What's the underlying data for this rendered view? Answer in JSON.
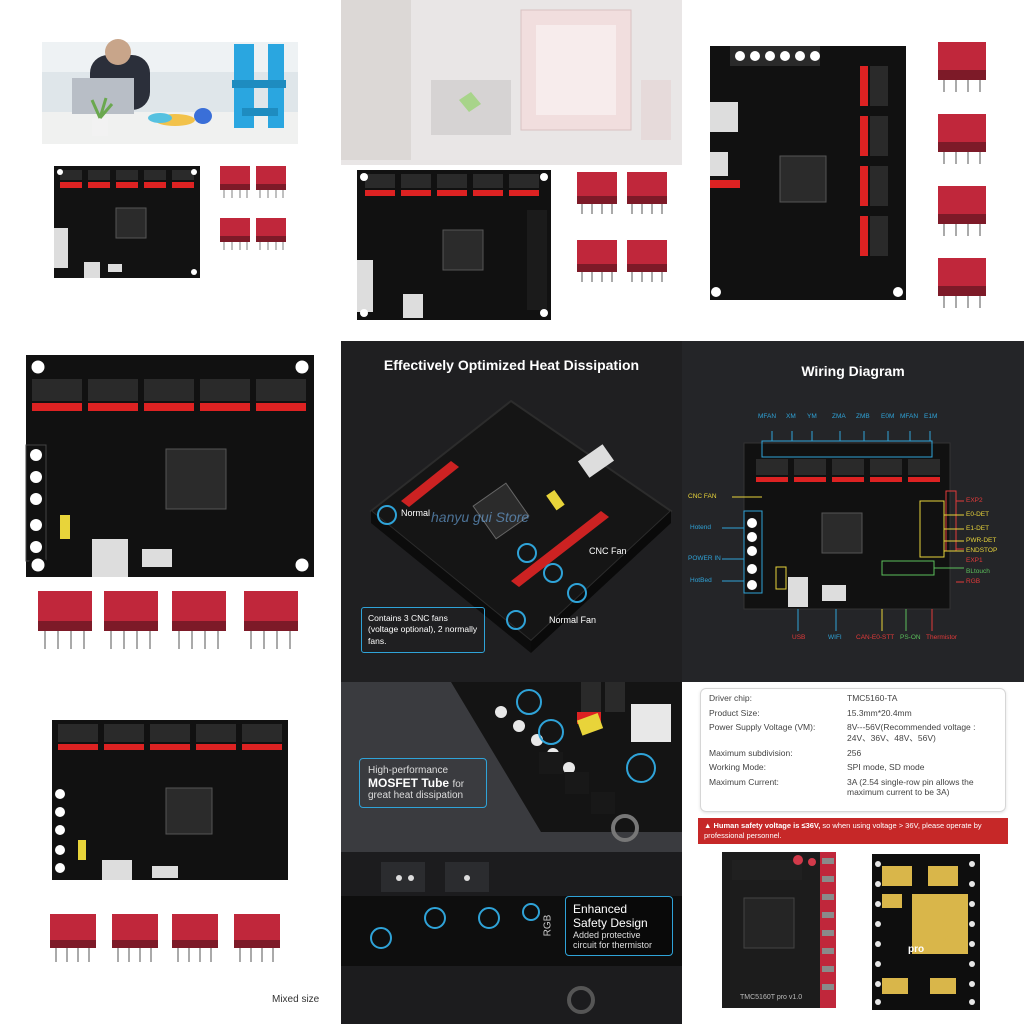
{
  "tile5": {
    "title": "Effectively Optimized Heat Dissipation",
    "callout_cnc": "CNC Fan",
    "callout_normal_top": "Normal",
    "callout_normal_bottom": "Normal Fan",
    "watermark": "hanyu gui Store",
    "note": "Contains 3 CNC fans (voltage optional), 2 normally fans."
  },
  "tile6": {
    "title": "Wiring Diagram",
    "top_labels": [
      "MFAN",
      "XM",
      "YM",
      "ZMA",
      "ZMB",
      "E0M",
      "MFAN",
      "E1M"
    ],
    "left_labels": [
      "CNC FAN",
      "Hotend",
      "POWER IN",
      "HotBed"
    ],
    "right_labels": [
      "EXP2",
      "E0-DET",
      "E1-DET",
      "PWR-DET",
      "ENDSTOP",
      "EXP1",
      "BLtouch",
      "RGB"
    ],
    "bottom_labels": [
      "USB",
      "WIFI",
      "CAN-E0-STT",
      "PS-ON",
      "Thermistor"
    ],
    "colors": {
      "cyan": "#2fa3d8",
      "yellow": "#e8d43a",
      "red": "#e23a3a",
      "green": "#5bbf5b"
    }
  },
  "tile7": {
    "caption": "Mixed size"
  },
  "tile8": {
    "callout_mosfet_1": "High-performance",
    "callout_mosfet_2": "MOSFET Tube",
    "callout_mosfet_3": "for",
    "callout_mosfet_4": "great heat dissipation",
    "callout_safety_1": "Enhanced",
    "callout_safety_2": "Safety Design",
    "callout_safety_3": "Added protective",
    "callout_safety_4": "circuit for thermistor",
    "board_text": "RGB"
  },
  "tile9": {
    "specs": [
      {
        "label": "Driver chip:",
        "value": "TMC5160-TA"
      },
      {
        "label": "Product Size:",
        "value": "15.3mm*20.4mm"
      },
      {
        "label": "Power Supply Voltage (VM):",
        "value": "8V---56V(Recommended voltage :"
      },
      {
        "label": "",
        "value": "24V、36V、48V、56V)"
      },
      {
        "label": "Maximum subdivision:",
        "value": "256"
      },
      {
        "label": "Working Mode:",
        "value": "SPI mode, SD mode"
      },
      {
        "label": "Maximum Current:",
        "value": "3A (2.54 single-row pin allows the"
      },
      {
        "label": "",
        "value": "maximum current to be 3A)"
      }
    ],
    "warning_bold": "Human safety voltage is ≤36V,",
    "warning_rest": "so when using voltage > 36V, please operate by professional personnel.",
    "driver_left_text": "TMC5160T pro v1.0",
    "driver_right_text": "TMC5160T",
    "driver_right_pro": "pro"
  }
}
